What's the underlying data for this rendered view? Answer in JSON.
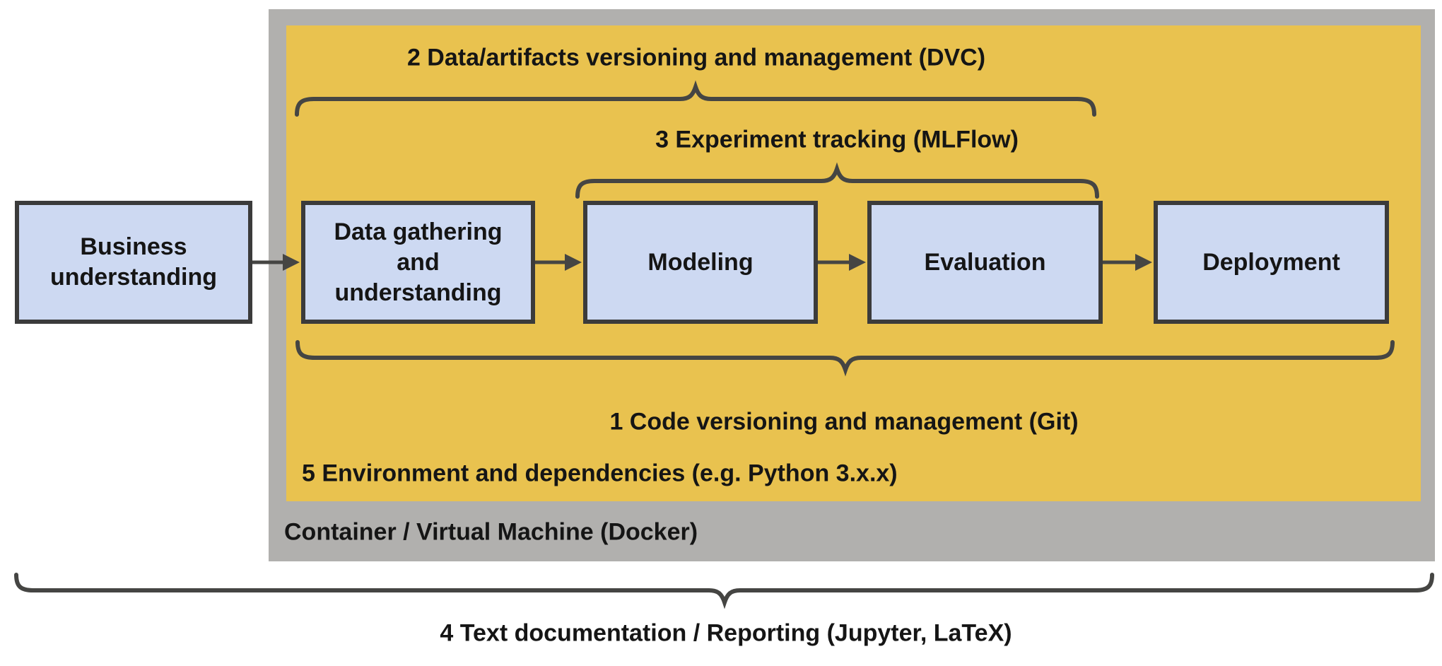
{
  "diagram": {
    "stages": [
      {
        "name": "business-understanding",
        "label": "Business\nunderstanding"
      },
      {
        "name": "data-gathering",
        "label": "Data gathering\nand\nunderstanding"
      },
      {
        "name": "modeling",
        "label": "Modeling"
      },
      {
        "name": "evaluation",
        "label": "Evaluation"
      },
      {
        "name": "deployment",
        "label": "Deployment"
      }
    ],
    "annotations": {
      "data_versioning": "2 Data/artifacts versioning and management (DVC)",
      "experiment_tracking": "3 Experiment tracking (MLFlow)",
      "code_versioning": "1 Code versioning and management (Git)",
      "environment": "5 Environment and dependencies (e.g. Python 3.x.x)",
      "container": "Container / Virtual Machine (Docker)",
      "documentation": "4 Text documentation / Reporting (Jupyter, LaTeX)"
    },
    "colors": {
      "container_fill": "#b1b0ae",
      "environment_fill": "#e9c24f",
      "stage_fill": "#cdd9f2",
      "stage_border": "#3b3b3b",
      "connector": "#454543",
      "text": "#151515"
    }
  }
}
